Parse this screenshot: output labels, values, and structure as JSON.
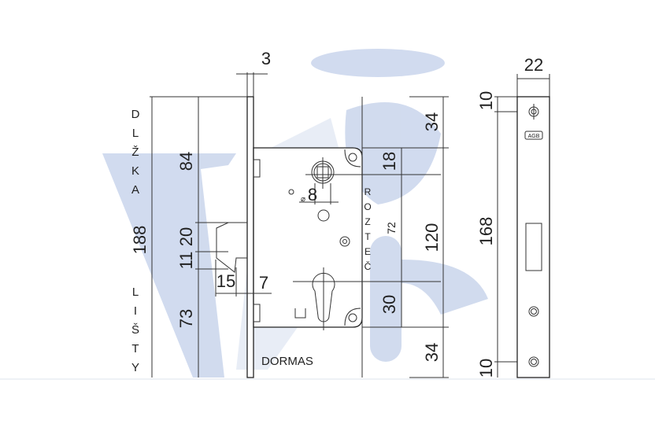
{
  "left_label": [
    "D",
    "L",
    "Ž",
    "K",
    "A"
  ],
  "bottom_label": [
    "L",
    "I",
    "Š",
    "T",
    "Y"
  ],
  "spacing_label": [
    "R",
    "O",
    "Z",
    "T",
    "E",
    "Č"
  ],
  "brand": "DORMAS",
  "faceplate_stamp": "AGB",
  "dimensions": {
    "faceplate_thickness": "3",
    "total_length": "188",
    "top_to_latch": "84",
    "latch_height": "20",
    "latch_step": "11",
    "bottom": "73",
    "latch_depth": "15",
    "latch_offset": "7",
    "spindle": "8",
    "spindle_symbol": "⌀",
    "top_edge": "34",
    "spindle_offset": "18",
    "body_height": "120",
    "center_distance": "72",
    "cylinder_offset": "30",
    "bottom_edge": "34",
    "faceplate_width": "22",
    "screw_top": "10",
    "screw_distance": "168",
    "screw_bottom": "10"
  },
  "colors": {
    "watermark": "#c9d5ec",
    "line": "#333333"
  }
}
